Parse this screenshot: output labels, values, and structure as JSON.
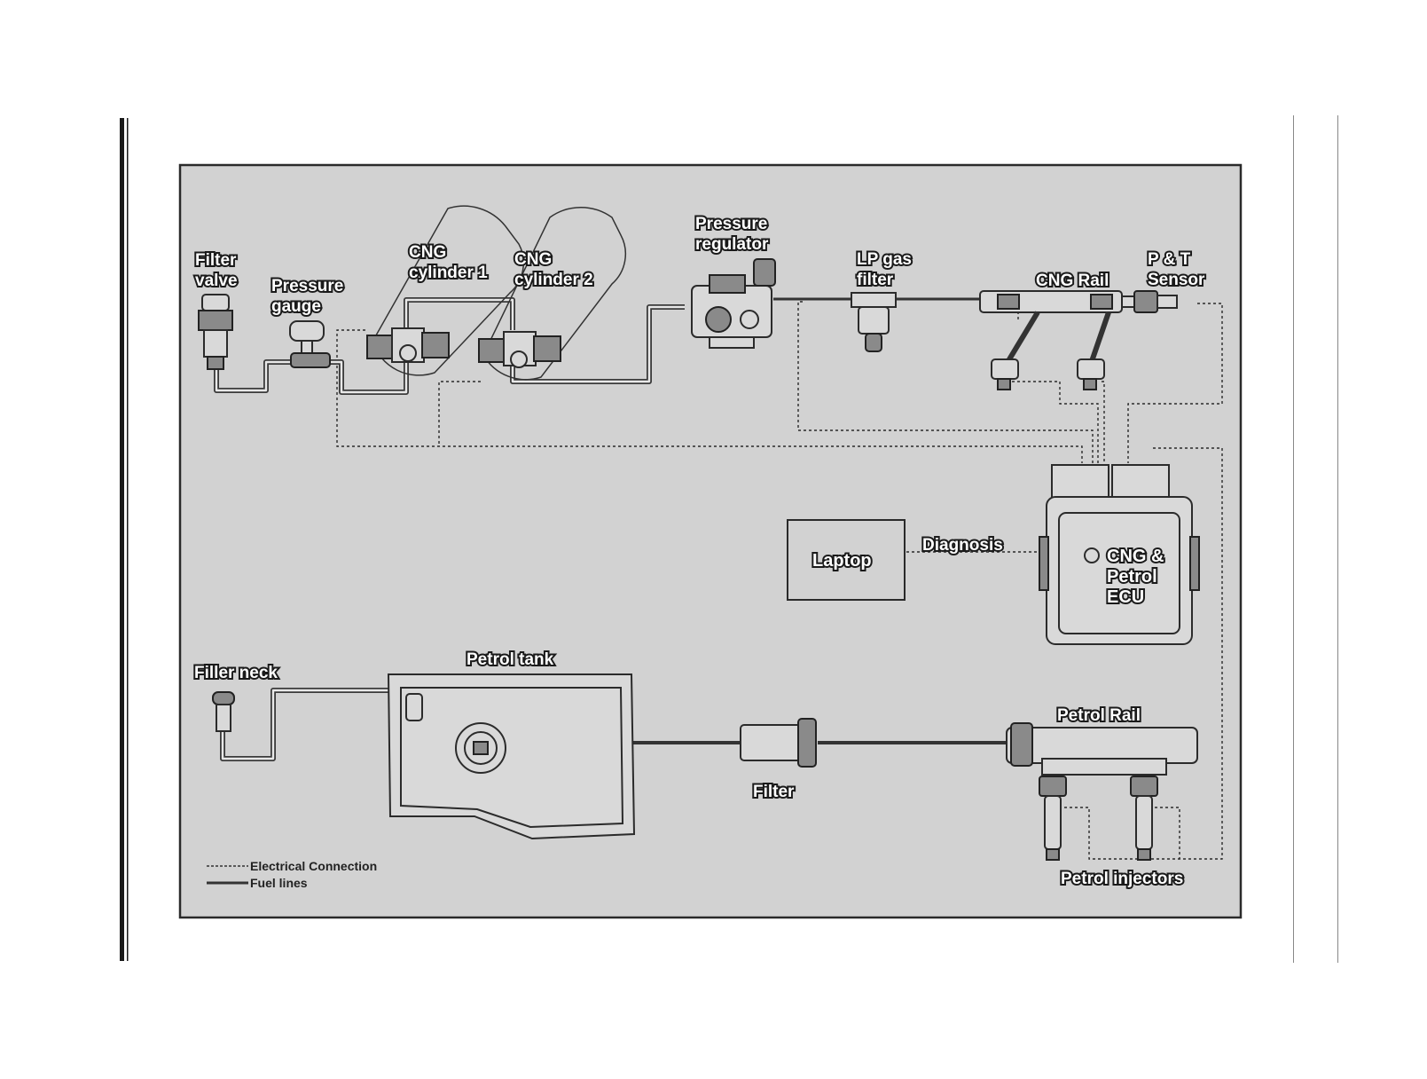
{
  "labels": {
    "filter_valve": [
      "Filter",
      "valve"
    ],
    "pressure_gauge": [
      "Pressure",
      "gauge"
    ],
    "cng_cylinder_1": [
      "CNG",
      "cylinder 1"
    ],
    "cng_cylinder_2": [
      "CNG",
      "cylinder 2"
    ],
    "pressure_regulator": [
      "Pressure",
      "regulator"
    ],
    "lp_gas_filter": [
      "LP gas",
      "filter"
    ],
    "cng_rail": "CNG Rail",
    "pt_sensor": [
      "P & T",
      "Sensor"
    ],
    "laptop": "Laptop",
    "diagnosis": "Diagnosis",
    "ecu": [
      "CNG &",
      "Petrol",
      "ECU"
    ],
    "filler_neck": "Filler neck",
    "petrol_tank": "Petrol tank",
    "filter": "Filter",
    "petrol_rail": "Petrol Rail",
    "petrol_injectors": "Petrol injectors"
  },
  "legend": {
    "electrical": "Electrical Connection",
    "fuel": "Fuel lines"
  },
  "colors": {
    "panel_bg": "#d2d2d2",
    "frame": "#2a2a2a",
    "line": "#333333"
  }
}
